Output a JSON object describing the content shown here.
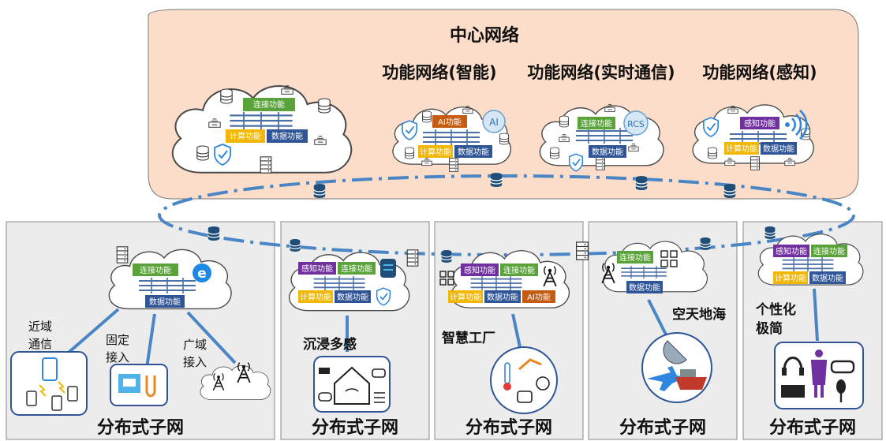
{
  "center": {
    "title": "中心网络",
    "subnet_titles": [
      "功能网络(智能)",
      "功能网络(实时通信)",
      "功能网络(感知)"
    ]
  },
  "functions": {
    "connect": "连接功能",
    "compute": "计算功能",
    "data": "数据功能",
    "ai": "AI功能",
    "sense": "感知功能"
  },
  "badges": {
    "ai": "AI",
    "rcs": "RCS"
  },
  "distributed": {
    "label": "分布式子网",
    "panels": [
      {
        "captions": [
          "近域",
          "通信",
          "固定",
          "接入",
          "广域",
          "接入"
        ]
      },
      {
        "captions": [
          "沉浸多感"
        ]
      },
      {
        "captions": [
          "智慧工厂"
        ]
      },
      {
        "captions": [
          "空天地海"
        ]
      },
      {
        "captions": [
          "个性化",
          "极简"
        ]
      }
    ]
  },
  "colors": {
    "center_bg": "#fbddc9",
    "panel_bg": "#ececec",
    "connect": "#5aa33b",
    "compute": "#f2b705",
    "data": "#2f5597",
    "ai": "#c55a11",
    "sense": "#7030a0",
    "link": "#4a86c5"
  }
}
